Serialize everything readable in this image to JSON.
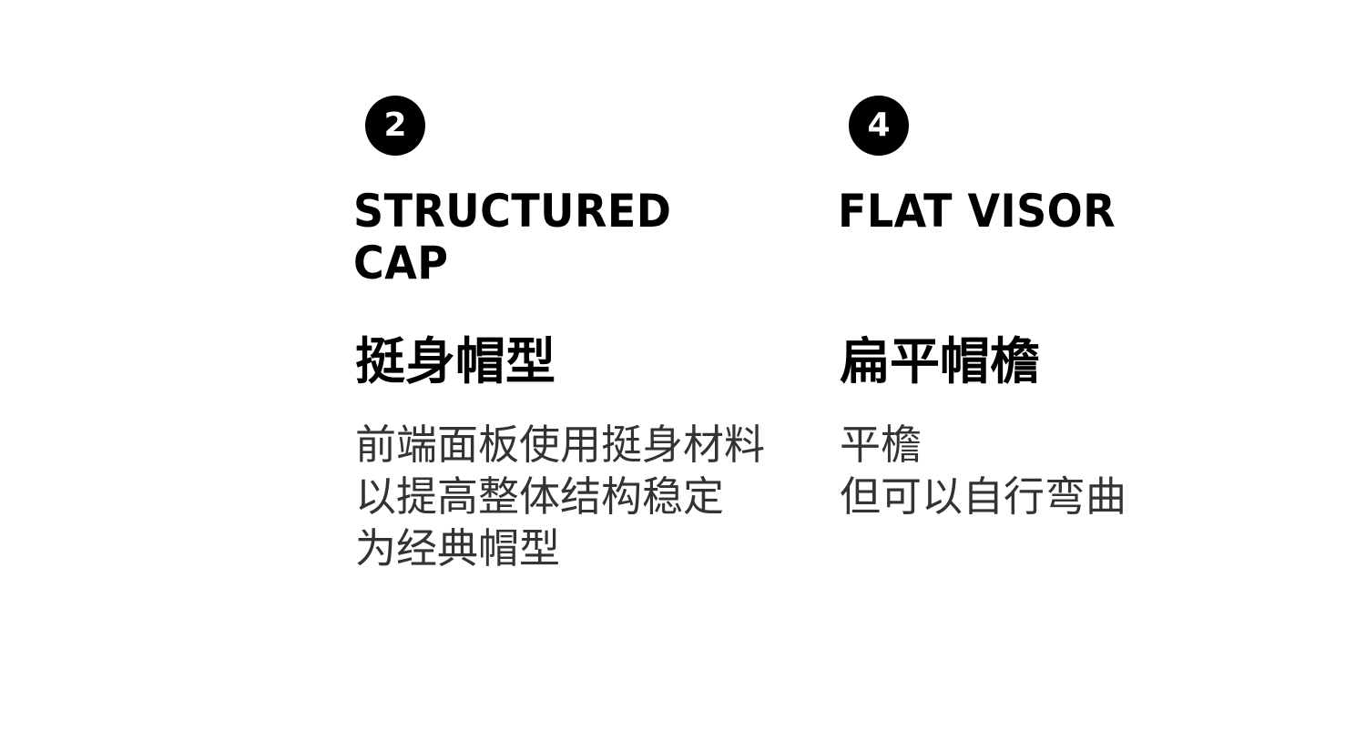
{
  "features": [
    {
      "number": "2",
      "title_en_line1": "STRUCTURED",
      "title_en_line2": "CAP",
      "title_zh": "挺身帽型",
      "desc_lines": [
        "前端面板使用挺身材料",
        "以提高整体结构稳定",
        "为经典帽型"
      ]
    },
    {
      "number": "4",
      "title_en_line1": "FLAT VISOR",
      "title_en_line2": "",
      "title_zh": "扁平帽檐",
      "desc_lines": [
        "平檐",
        "但可以自行弯曲"
      ]
    }
  ],
  "colors": {
    "badge_bg": "#000000",
    "badge_text": "#ffffff",
    "title": "#000000",
    "desc": "#333333",
    "background": "#ffffff"
  }
}
